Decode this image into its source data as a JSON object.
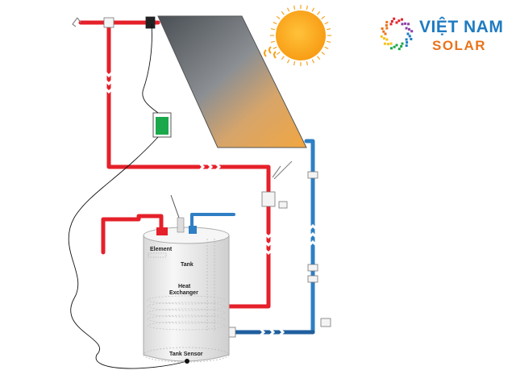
{
  "logo": {
    "line1": "VIỆT NAM",
    "line2": "SOLAR",
    "colors": {
      "line1": "#1f7bc1",
      "line2": "#e8731c"
    }
  },
  "labels": {
    "element": "Element",
    "tank": "Tank",
    "heat_exchanger_line1": "Heat",
    "heat_exchanger_line2": "Exchanger",
    "tank_sensor": "Tank Sensor"
  },
  "colors": {
    "hot_pipe": "#e5202a",
    "cold_pipe": "#2f7fc4",
    "cold_pipe_dark": "#1f5f9e",
    "controller": "#1aa84a",
    "sun": "#f7a21b",
    "tank": "#ececec"
  }
}
